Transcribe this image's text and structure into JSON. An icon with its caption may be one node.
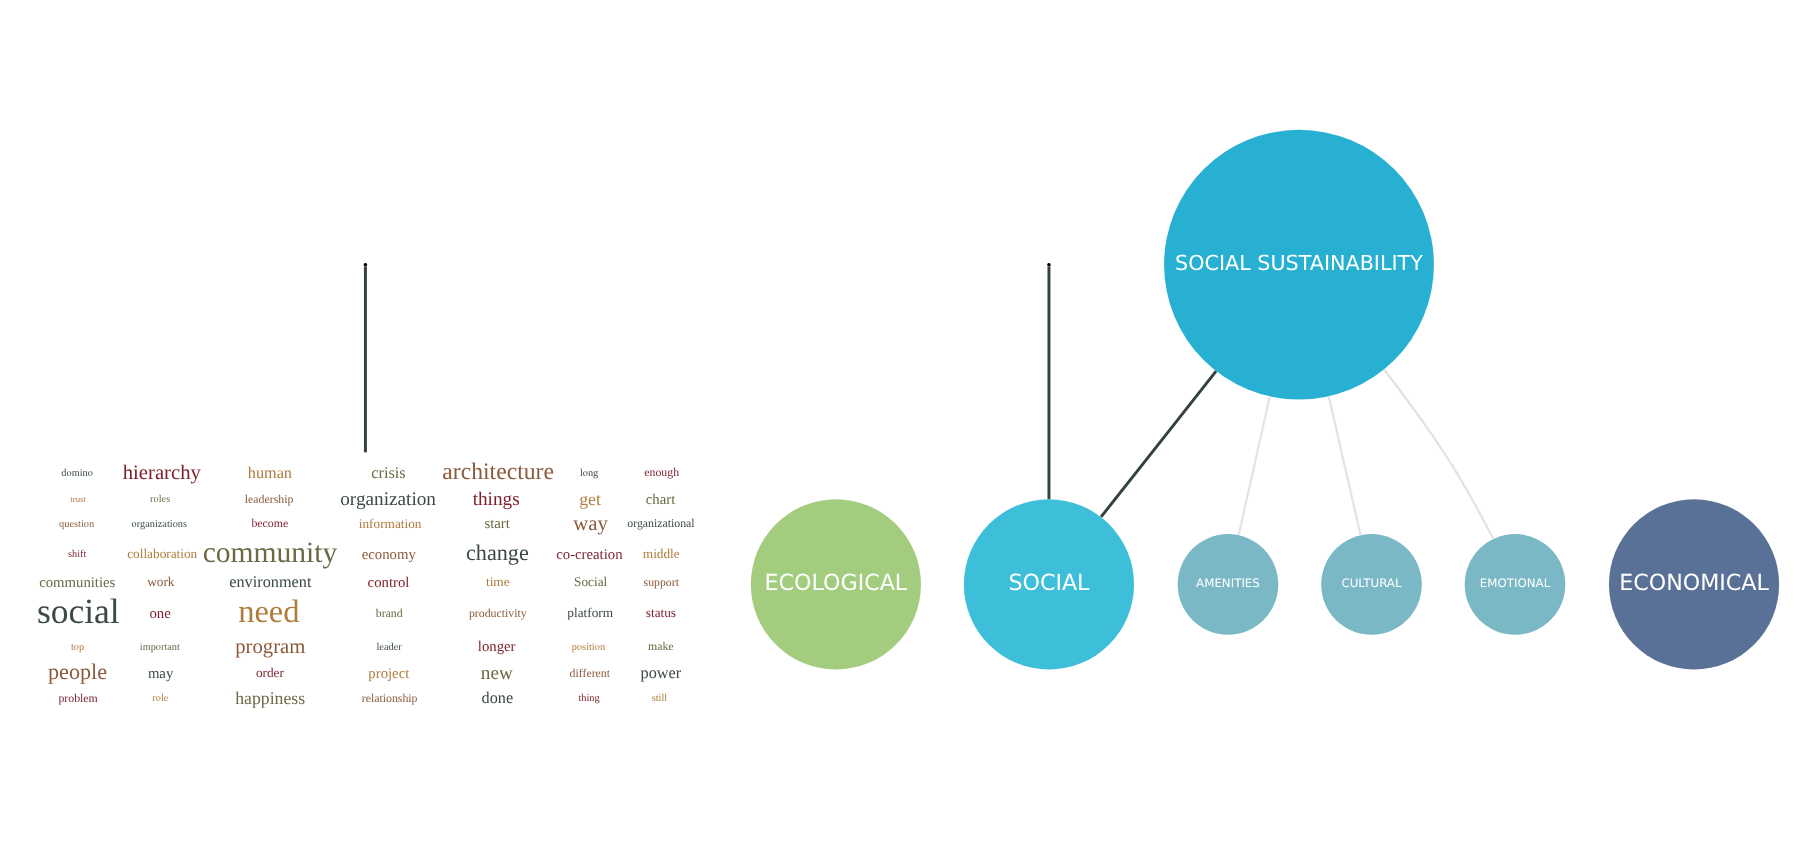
{
  "diagram": {
    "nodes": [
      {
        "text": [
          "domino",
          "hierarchy",
          "human",
          "crisis",
          "architecture",
          "long",
          "enough",
          "trust",
          "roles",
          "leadership",
          "organization",
          "things",
          "get",
          "chart",
          "question",
          "organizations",
          "become",
          "information",
          "start",
          "way",
          "organizational",
          "shift",
          "collaboration",
          "community",
          "economy",
          "change",
          "co-creation",
          "middle",
          "communities",
          "work",
          "environment",
          "control",
          "time",
          "Social",
          "support",
          "social",
          "one",
          "need",
          "brand",
          "productivity",
          "platform",
          "status",
          "top",
          "important",
          "program",
          "leader",
          "longer",
          "position",
          "make",
          "people",
          "may",
          "order",
          "project",
          "new",
          "different",
          "power",
          "problem",
          "role",
          "happiness",
          "relationship",
          "done",
          "thing",
          "still"
        ]
      },
      {
        "text": [
          "ECOLOGICAL"
        ]
      },
      {
        "text": [
          "SOCIAL"
        ]
      },
      {
        "text": [
          "ECONOMICAL"
        ]
      },
      {
        "text": [
          "SOCIAL SUSTAINABILITY"
        ]
      },
      {
        "text": [
          "AMENITIES"
        ]
      },
      {
        "text": [
          "CULTURAL"
        ]
      },
      {
        "text": [
          "EMOTIONAL"
        ]
      }
    ],
    "edges": [
      {
        "from": null,
        "to": 0,
        "arrow": "none"
      },
      {
        "from": null,
        "to": 2,
        "arrow": "none"
      },
      {
        "from": 4,
        "to": 2,
        "arrow": "none"
      },
      {
        "from": 4,
        "to": 5,
        "arrow": "none",
        "color": "#e3e3e3"
      },
      {
        "from": 4,
        "to": 6,
        "arrow": "none",
        "color": "#e3e3e3"
      },
      {
        "from": 4,
        "to": 7,
        "arrow": "none",
        "color": "#e3e3e3"
      }
    ]
  }
}
